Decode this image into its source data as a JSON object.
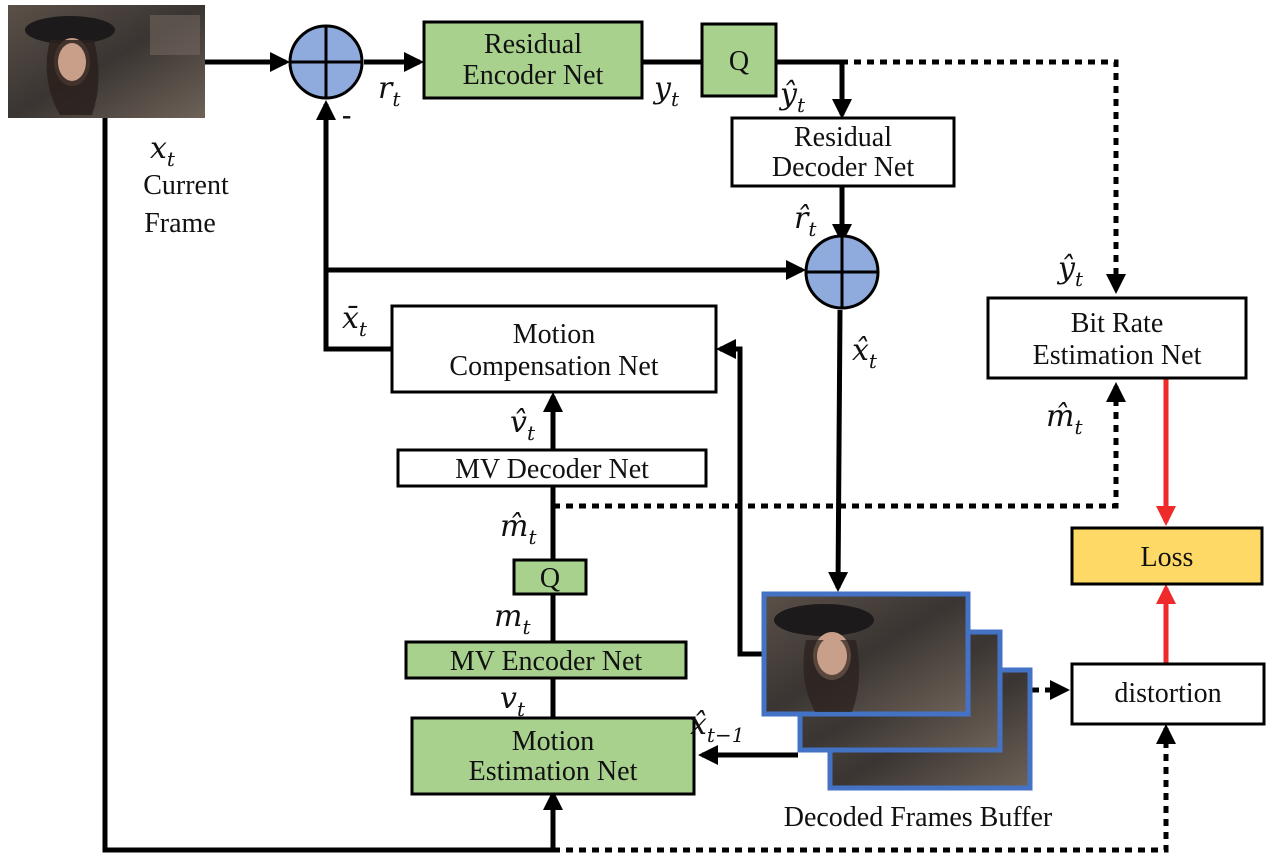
{
  "colors": {
    "green": "#a9d18e",
    "blue": "#8faadc",
    "yellow": "#ffd966",
    "red": "#ee2a2a",
    "frame_border": "#4472c4",
    "line": "#000000"
  },
  "current_frame": {
    "symbol": "x",
    "sub": "t",
    "caption_line1": "Current",
    "caption_line2": "Frame"
  },
  "minus_sign": "-",
  "blocks": {
    "residual_encoder": {
      "line1": "Residual",
      "line2": "Encoder Net"
    },
    "quantizer_top": {
      "label": "Q"
    },
    "residual_decoder": {
      "line1": "Residual",
      "line2": "Decoder Net"
    },
    "bit_rate": {
      "line1": "Bit Rate",
      "line2": "Estimation Net"
    },
    "motion_compensation": {
      "line1": "Motion",
      "line2": "Compensation Net"
    },
    "mv_decoder": {
      "label": "MV Decoder Net"
    },
    "quantizer_mv": {
      "label": "Q"
    },
    "mv_encoder": {
      "label": "MV Encoder Net"
    },
    "motion_estimation": {
      "line1": "Motion",
      "line2": "Estimation Net"
    },
    "loss": {
      "label": "Loss"
    },
    "distortion": {
      "label": "distortion"
    }
  },
  "symbols": {
    "r_t": {
      "base": "r",
      "sub": "t"
    },
    "y_t": {
      "base": "y",
      "sub": "t"
    },
    "y_hat_t": {
      "base": "ŷ",
      "sub": "t"
    },
    "r_hat_t": {
      "base": "r̂",
      "sub": "t"
    },
    "y_hat_t_right": {
      "base": "ŷ",
      "sub": "t"
    },
    "x_bar_t": {
      "base": "x̄",
      "sub": "t"
    },
    "x_hat_t": {
      "base": "x̂",
      "sub": "t"
    },
    "m_hat_t_right": {
      "base": "m̂",
      "sub": "t"
    },
    "v_hat_t": {
      "base": "v̂",
      "sub": "t"
    },
    "m_hat_t": {
      "base": "m̂",
      "sub": "t"
    },
    "m_t": {
      "base": "m",
      "sub": "t"
    },
    "v_t": {
      "base": "v",
      "sub": "t"
    },
    "x_hat_prev": {
      "base": "x̂",
      "sub": "t−1"
    }
  },
  "buffer_caption": "Decoded Frames Buffer"
}
